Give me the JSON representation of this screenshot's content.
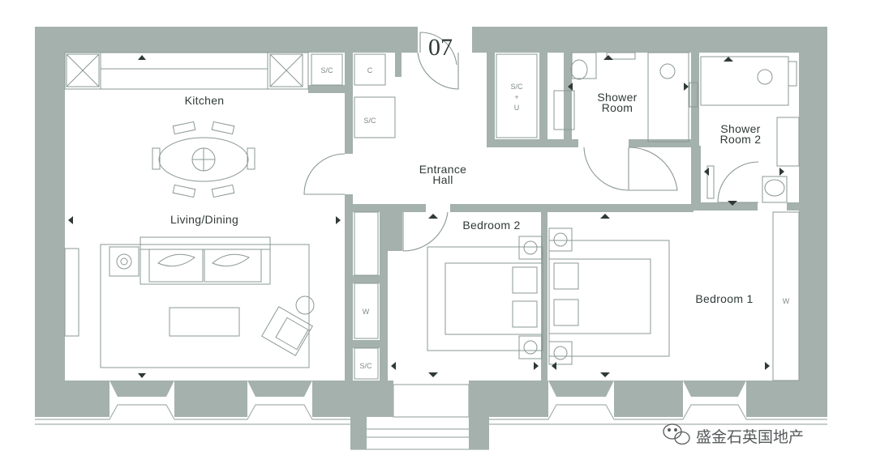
{
  "unit_number": "07",
  "colors": {
    "wall": "#a4b1ac",
    "line": "#8a9894",
    "text": "#2f3a38",
    "background": "#ffffff"
  },
  "rooms": {
    "kitchen": "Kitchen",
    "living_dining": "Living/Dining",
    "entrance_hall_1": "Entrance",
    "entrance_hall_2": "Hall",
    "shower_room_1": "Shower",
    "shower_room_2": "Room",
    "shower_room2_1": "Shower",
    "shower_room2_2": "Room 2",
    "bedroom_2": "Bedroom 2",
    "bedroom_1": "Bedroom 1"
  },
  "storage_labels": {
    "sc_kitchen": "S/C",
    "c_kitchen": "C",
    "sc_kitchen_lower": "S/C",
    "sc_u_1": "S/C",
    "sc_u_2": "+",
    "sc_u_3": "U",
    "w_hall": "W",
    "sc_hall": "S/C",
    "w_bedroom1": "W"
  },
  "watermark": {
    "text": "盛金石英国地产",
    "icon": "wechat-icon"
  }
}
